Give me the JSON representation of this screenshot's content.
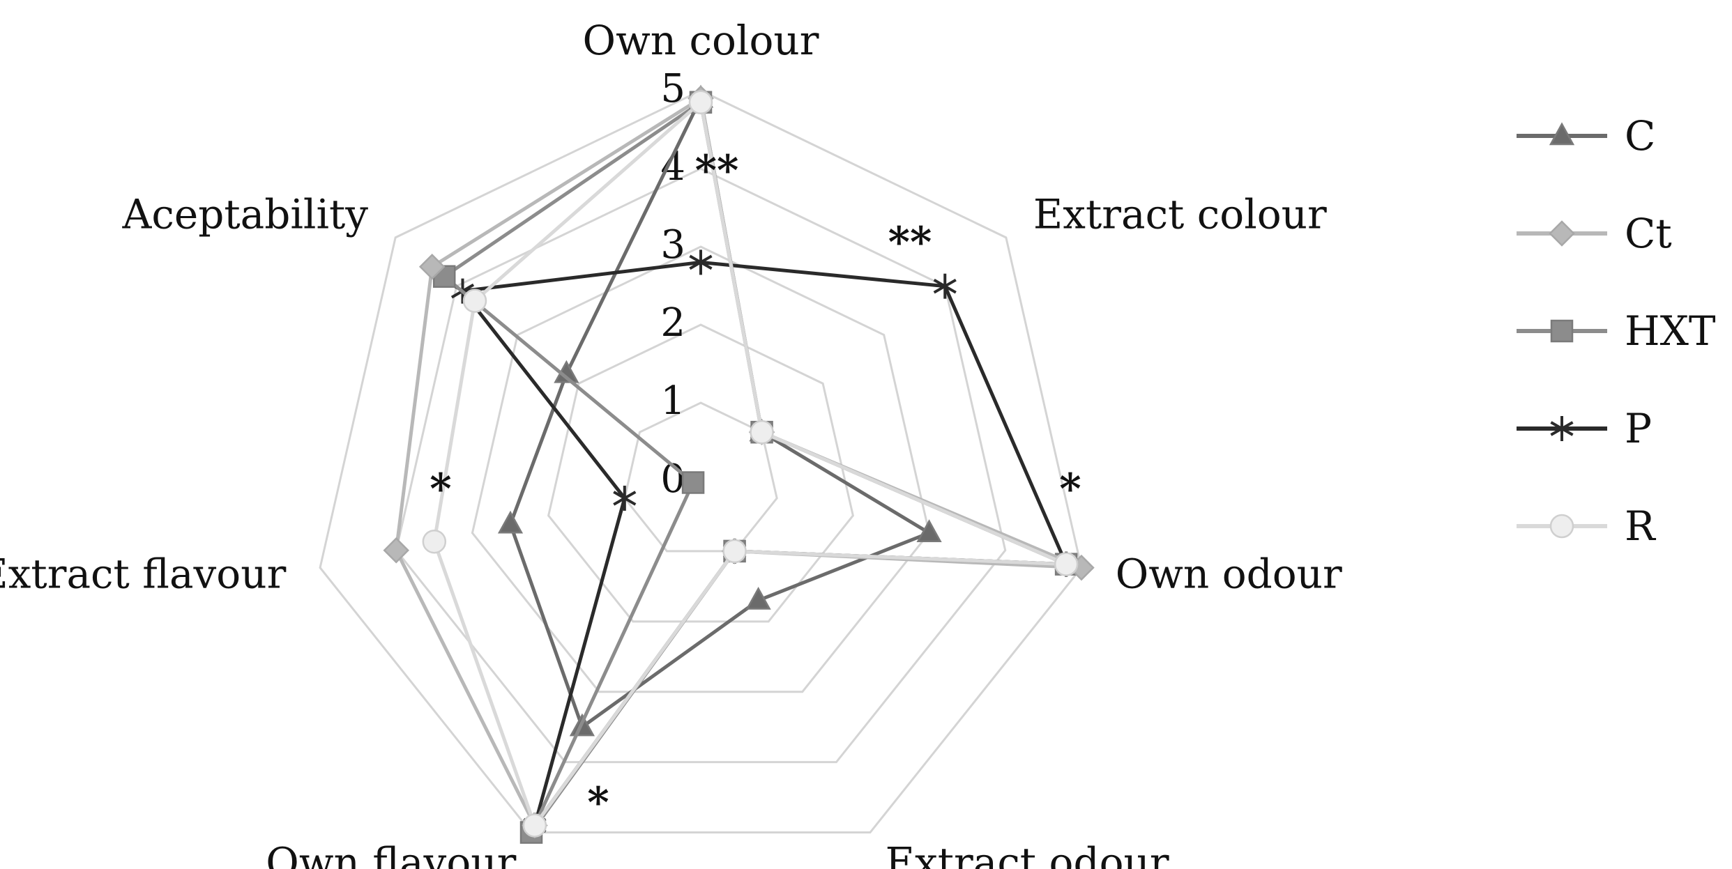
{
  "chart_data": {
    "type": "radar",
    "title": "",
    "axes": [
      "Own colour",
      "Extract colour",
      "Own odour",
      "Extract odour",
      "Own flavour",
      "Extract flavour",
      "Aceptability"
    ],
    "scale_ticks": [
      "0",
      "1",
      "2",
      "3",
      "4",
      "5"
    ],
    "range": [
      0,
      5
    ],
    "grid": true,
    "legend_position": "right",
    "series": [
      {
        "name": "C",
        "marker": "triangle",
        "color": "#6b6b6b",
        "values": [
          4.9,
          1.0,
          3.0,
          1.7,
          3.5,
          2.5,
          2.2
        ]
      },
      {
        "name": "Ct",
        "marker": "diamond",
        "color": "#b8b8b8",
        "values": [
          4.9,
          1.0,
          5.0,
          1.0,
          4.9,
          4.0,
          4.4
        ]
      },
      {
        "name": "HXT",
        "marker": "square",
        "color": "#8c8c8c",
        "values": [
          4.85,
          1.0,
          4.8,
          1.0,
          5.0,
          0.1,
          4.2
        ]
      },
      {
        "name": "P",
        "marker": "star",
        "color": "#2a2a2a",
        "values": [
          2.8,
          4.0,
          4.8,
          1.0,
          4.9,
          1.0,
          3.9
        ]
      },
      {
        "name": "R",
        "marker": "circle",
        "color": "#d9d9d9",
        "values": [
          4.85,
          1.0,
          4.8,
          1.0,
          4.9,
          3.5,
          3.7
        ]
      }
    ],
    "annotations": [
      {
        "axis": "Own colour",
        "text": "**"
      },
      {
        "axis": "Extract colour",
        "text": "**"
      },
      {
        "axis": "Own odour",
        "text": "*"
      },
      {
        "axis": "Own flavour",
        "text": "*"
      },
      {
        "axis": "Extract flavour",
        "text": "*"
      }
    ]
  }
}
